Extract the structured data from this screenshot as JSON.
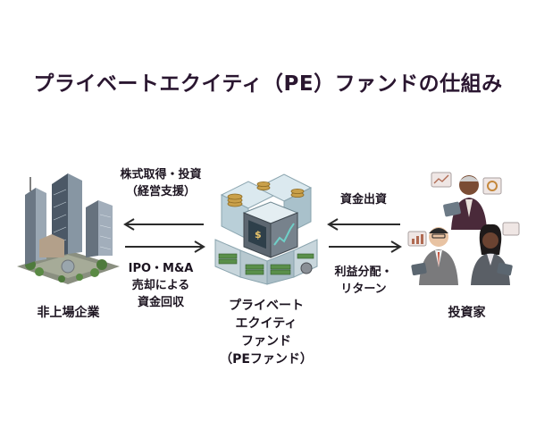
{
  "diagram": {
    "title": "プライベートエクイティ（PE）ファンドの仕組み",
    "nodes": {
      "company": {
        "label": "非上場企業",
        "icon": "buildings-icon"
      },
      "fund": {
        "label_lines": [
          "プライベート",
          "エクイティ",
          "ファンド",
          "（PEファンド）"
        ],
        "icon": "fund-cube-icon"
      },
      "investors": {
        "label": "投資家",
        "icon": "investors-icon"
      }
    },
    "flows": {
      "fund_to_company": {
        "lines": [
          "株式取得・投資",
          "（経営支援）"
        ]
      },
      "company_to_fund": {
        "lines": [
          "IPO・M&A",
          "売却による",
          "資金回収"
        ]
      },
      "investors_to_fund": {
        "lines": [
          "資金出資"
        ]
      },
      "fund_to_investors": {
        "lines": [
          "利益分配・",
          "リターン"
        ]
      }
    },
    "colors": {
      "title": "#2a1630",
      "arrow": "#2b2b2b",
      "glass": "#cfe3ea",
      "money": "#5a8f4a",
      "gold": "#c9a04a"
    }
  }
}
